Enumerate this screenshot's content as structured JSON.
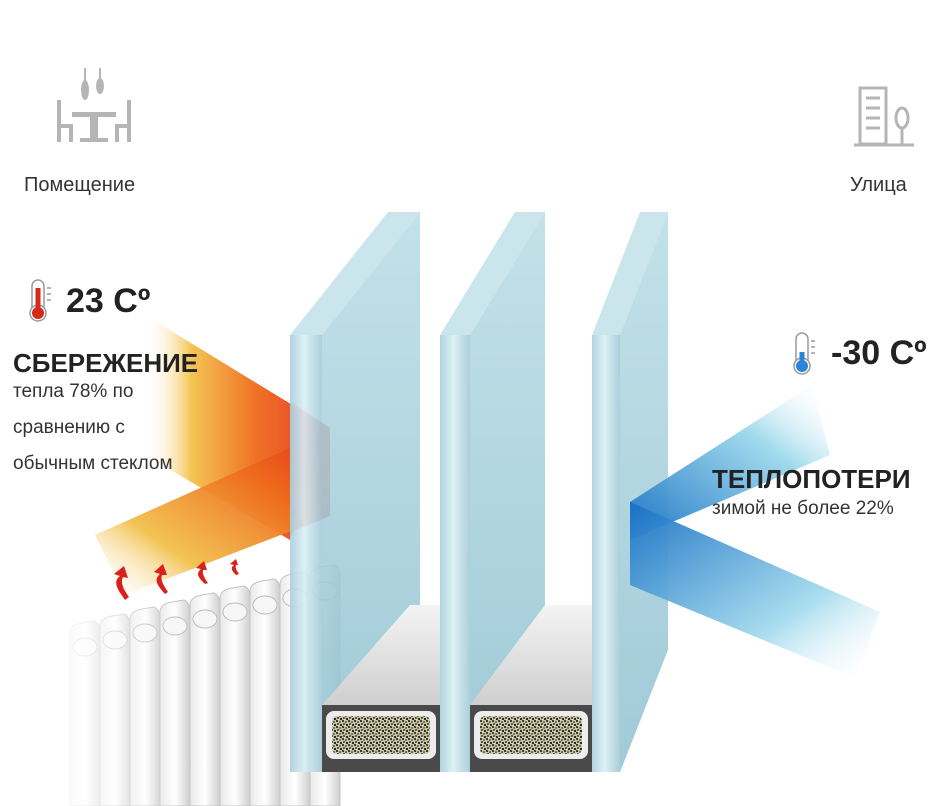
{
  "room": {
    "label": "Помещение",
    "icon": "dining-room-icon",
    "temperature": "23 Cº",
    "heading": "СБЕРЕЖЕНИЕ",
    "description_lines": [
      "тепла 78% по",
      "сравнению с",
      "обычным стеклом"
    ],
    "thermometer_icon": "thermometer-hot-icon",
    "color": "#e8321e"
  },
  "street": {
    "label": "Улица",
    "icon": "city-building-icon",
    "temperature": "-30 Cº",
    "heading": "ТЕПЛОПОТЕРИ",
    "description": "зимой не более 22%",
    "thermometer_icon": "thermometer-cold-icon",
    "color": "#1a7ac8"
  },
  "window": {
    "panes": 3,
    "spacer_icon": "desiccant-spacer"
  }
}
